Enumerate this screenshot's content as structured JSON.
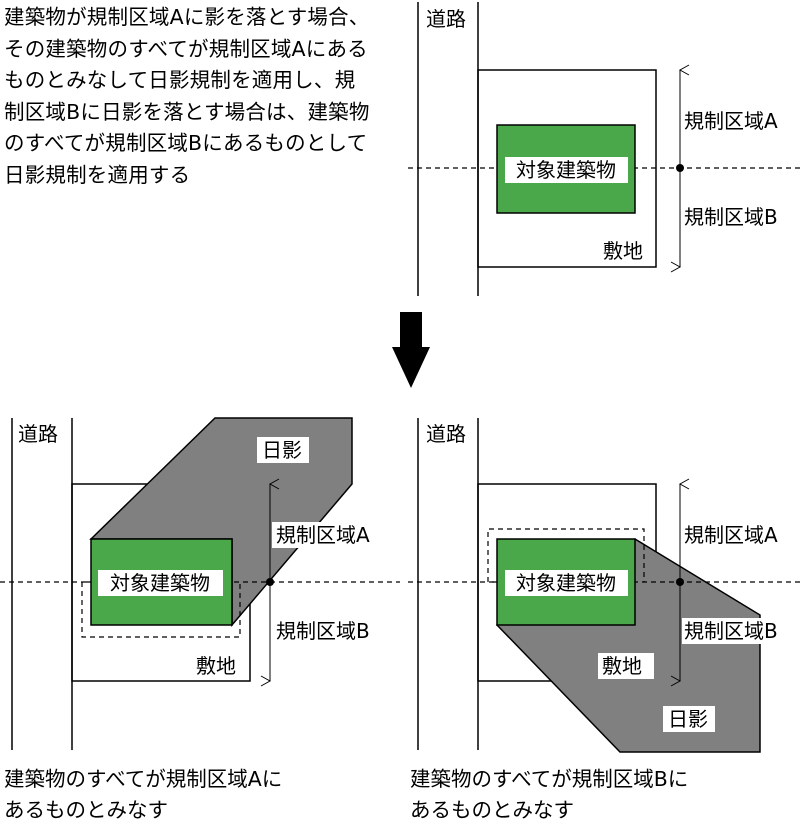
{
  "description": "建築物が規制区域Aに影を落とす場合、その建築物のすべてが規制区域Aにあるものとみなして日影規制を適用し、規制区域Bに日影を落とす場合は、建築物のすべてが規制区域Bにあるものとして日影規制を適用する",
  "labels": {
    "road": "道路",
    "building": "対象建築物",
    "site": "敷地",
    "zone_a": "規制区域A",
    "zone_b": "規制区域B",
    "shadow": "日影"
  },
  "captions": {
    "left_line1": "建築物のすべてが規制区域Aに",
    "left_line2": "あるものとみなす",
    "right_line1": "建築物のすべてが規制区域Bに",
    "right_line2": "あるものとみなす"
  },
  "colors": {
    "building": "#4aa84a",
    "shadow": "#808080",
    "line": "#000000"
  },
  "icons": {
    "transition": "arrow-down-icon"
  }
}
